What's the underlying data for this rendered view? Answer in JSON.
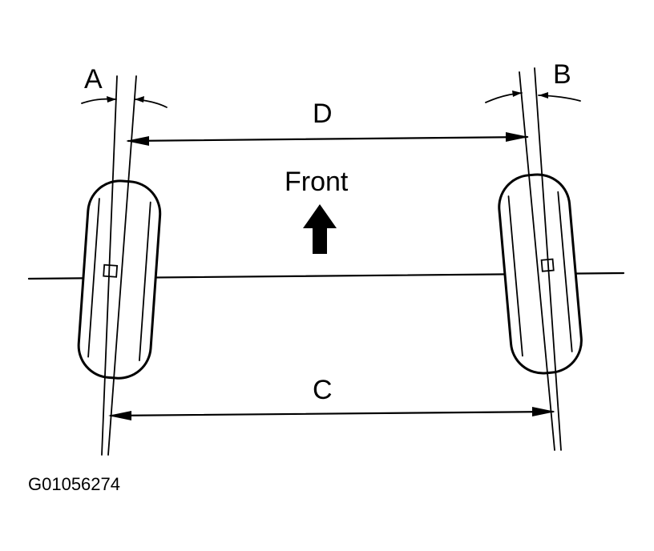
{
  "labels": {
    "a": "A",
    "b": "B",
    "c": "C",
    "d": "D",
    "front": "Front"
  },
  "figure_code": "G01056274",
  "icons": {
    "front_arrow": "up-arrow-icon"
  }
}
